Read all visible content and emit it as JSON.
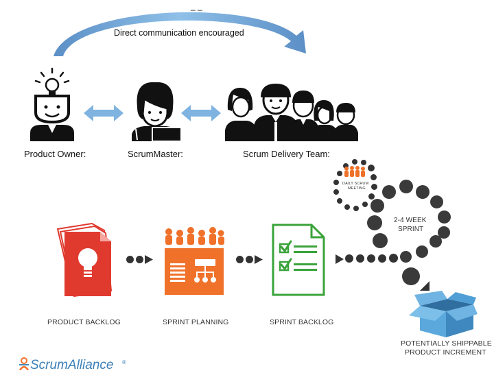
{
  "top": {
    "arrow_label": "Direct communication encouraged",
    "partial_heading": "_ _"
  },
  "roles": [
    {
      "label": "Product Owner:"
    },
    {
      "label": "ScrumMaster:"
    },
    {
      "label": "Scrum Delivery Team:"
    }
  ],
  "process": {
    "product_backlog": "PRODUCT BACKLOG",
    "sprint_planning": "SPRINT PLANNING",
    "sprint_backlog": "SPRINT BACKLOG",
    "daily_scrum_line1": "DAILY SCRUM",
    "daily_scrum_line2": "MEETING",
    "sprint_line1": "2-4 WEEK",
    "sprint_line2": "SPRINT",
    "increment_line1": "POTENTIALLY SHIPPABLE",
    "increment_line2": "PRODUCT INCREMENT"
  },
  "logo": {
    "text": "ScrumAlliance",
    "mark": "®"
  },
  "colors": {
    "arrow_blue": "#6aa6d8",
    "backlog_red": "#e03a2f",
    "planning_orange": "#f0712a",
    "backlog_green": "#3aa33a",
    "box_blue": "#4f9fd6",
    "dot_dark": "#333333"
  }
}
